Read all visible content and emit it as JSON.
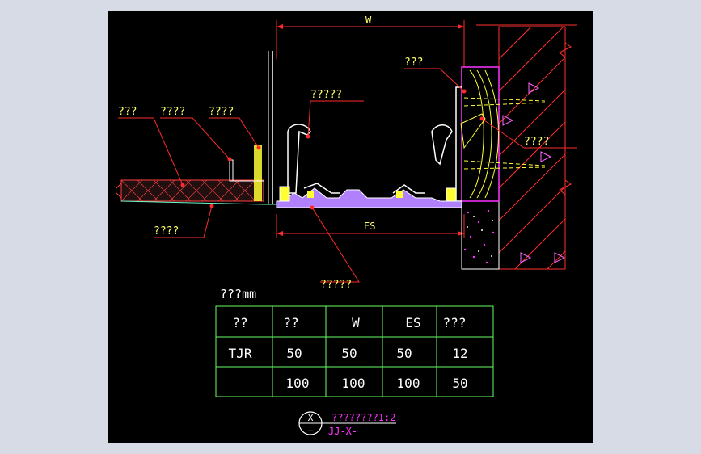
{
  "drawing": {
    "dimension_w": "W",
    "dimension_es": "ES",
    "callouts": {
      "top_right_small": "???",
      "center_top": "?????",
      "left_1": "???",
      "left_2": "????",
      "left_3": "????",
      "right_mid": "????",
      "left_bottom": "????",
      "center_bottom": "?????"
    }
  },
  "table": {
    "caption": "???mm",
    "headers": [
      "??",
      "??",
      "W",
      "ES",
      "???"
    ],
    "rows": [
      [
        "TJR",
        "50",
        "50",
        "50",
        "12"
      ],
      [
        "",
        "100",
        "100",
        "100",
        "50"
      ]
    ]
  },
  "title_block": {
    "symbol_top": "X",
    "symbol_bottom": "–",
    "title": "????????1:2",
    "code": "JJ-X-"
  },
  "colors": {
    "background": "#000000",
    "frame": "#d6dbe6",
    "dimension": "#ff2a2a",
    "annotation_text": "#ffff66",
    "table_lines": "#66ff66",
    "table_text": "#ffffff",
    "profile": "#b080ff",
    "magenta": "#ff33ff",
    "insulation": "#ff4040",
    "sealant": "#ffff33"
  }
}
